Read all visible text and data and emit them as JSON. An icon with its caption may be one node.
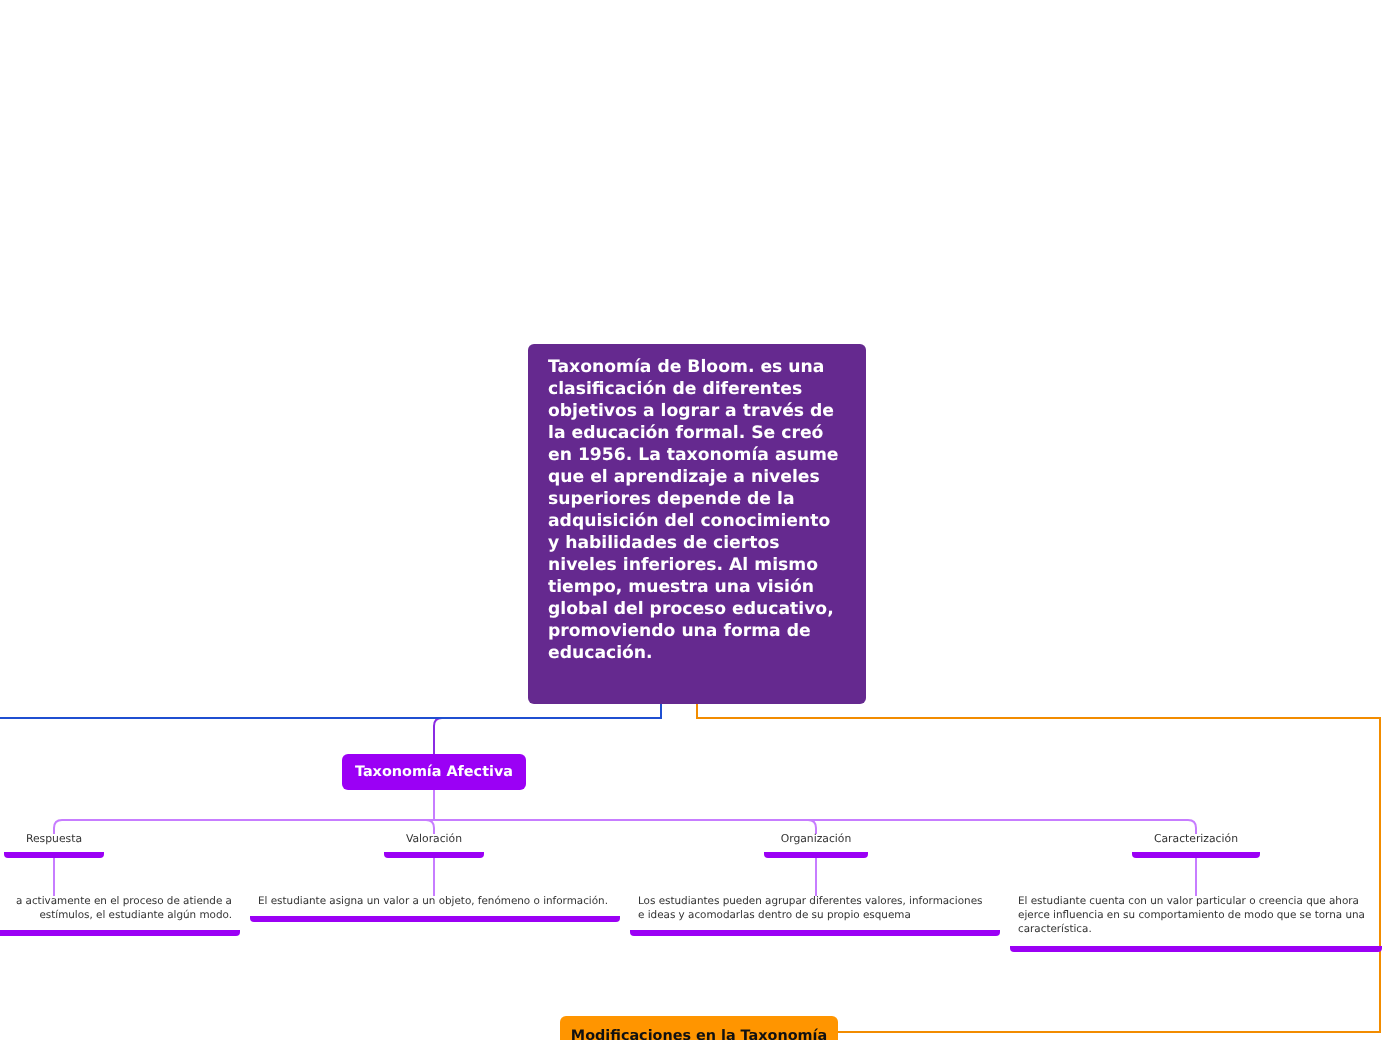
{
  "diagram": {
    "nodes": [
      {
        "text": [
          "Taxonomía de Bloom. es una clasificación de diferentes objetivos a lograr a través de la educación formal. Se creó en 1956. La taxonomía asume que el aprendizaje a niveles superiores depende de la adquisición del conocimiento y habilidades de ciertos niveles inferiores. Al mismo tiempo, muestra una visión global del proceso educativo, promoviendo una forma de educación."
        ]
      },
      {
        "text": [
          "Taxonomía Afectiva"
        ]
      },
      {
        "text": [
          "Respuesta"
        ]
      },
      {
        "text": [
          "Valoración"
        ]
      },
      {
        "text": [
          "Organización"
        ]
      },
      {
        "text": [
          "Caracterización"
        ]
      },
      {
        "text": [
          "a activamente en el proceso de atiende a estímulos, el estudiante algún modo."
        ]
      },
      {
        "text": [
          "El estudiante asigna un valor a un objeto, fenómeno o información."
        ]
      },
      {
        "text": [
          "Los estudiantes pueden agrupar diferentes valores, informaciones e ideas y acomodarlas dentro de su propio esquema"
        ]
      },
      {
        "text": [
          "El estudiante cuenta con un valor particular o creencia que ahora ejerce influencia en su comportamiento de modo que se torna una característica."
        ]
      },
      {
        "text": [
          "Modificaciones en la Taxonomía"
        ]
      }
    ],
    "edges": [
      {
        "from": 0,
        "to": 1,
        "arrow": "none"
      },
      {
        "from": 1,
        "to": 2,
        "arrow": "none"
      },
      {
        "from": 1,
        "to": 3,
        "arrow": "none"
      },
      {
        "from": 1,
        "to": 4,
        "arrow": "none"
      },
      {
        "from": 1,
        "to": 5,
        "arrow": "none"
      },
      {
        "from": 2,
        "to": 6,
        "arrow": "none"
      },
      {
        "from": 3,
        "to": 7,
        "arrow": "none"
      },
      {
        "from": 4,
        "to": 8,
        "arrow": "none"
      },
      {
        "from": 5,
        "to": 9,
        "arrow": "none"
      },
      {
        "from": 0,
        "to": 10,
        "arrow": "none",
        "color": "#f28c00"
      },
      {
        "from": 0,
        "to": null,
        "arrow": "none",
        "color": "#1f4fd1"
      }
    ]
  }
}
